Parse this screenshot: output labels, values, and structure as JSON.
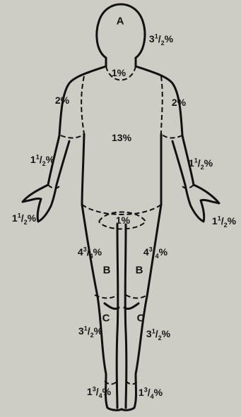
{
  "diagram": {
    "letters": {
      "head": "A",
      "thigh": "B",
      "lower_leg": "C"
    },
    "regions": [
      {
        "id": "head",
        "whole": "3",
        "num": "1",
        "den": "2"
      },
      {
        "id": "neck",
        "whole": "1",
        "num": "",
        "den": ""
      },
      {
        "id": "right-upper-arm",
        "whole": "2",
        "num": "",
        "den": ""
      },
      {
        "id": "left-upper-arm",
        "whole": "2",
        "num": "",
        "den": ""
      },
      {
        "id": "trunk",
        "whole": "13",
        "num": "",
        "den": ""
      },
      {
        "id": "right-forearm",
        "whole": "1",
        "num": "1",
        "den": "2"
      },
      {
        "id": "left-forearm",
        "whole": "1",
        "num": "1",
        "den": "2"
      },
      {
        "id": "right-hand",
        "whole": "1",
        "num": "1",
        "den": "2"
      },
      {
        "id": "left-hand",
        "whole": "1",
        "num": "1",
        "den": "2"
      },
      {
        "id": "genitals",
        "whole": "1",
        "num": "",
        "den": ""
      },
      {
        "id": "right-thigh",
        "whole": "4",
        "num": "3",
        "den": "4"
      },
      {
        "id": "left-thigh",
        "whole": "4",
        "num": "3",
        "den": "4"
      },
      {
        "id": "right-lower-leg",
        "whole": "3",
        "num": "1",
        "den": "2"
      },
      {
        "id": "left-lower-leg",
        "whole": "3",
        "num": "1",
        "den": "2"
      },
      {
        "id": "right-foot",
        "whole": "1",
        "num": "3",
        "den": "4"
      },
      {
        "id": "left-foot",
        "whole": "1",
        "num": "3",
        "den": "4"
      }
    ],
    "percent_sign": "%"
  }
}
